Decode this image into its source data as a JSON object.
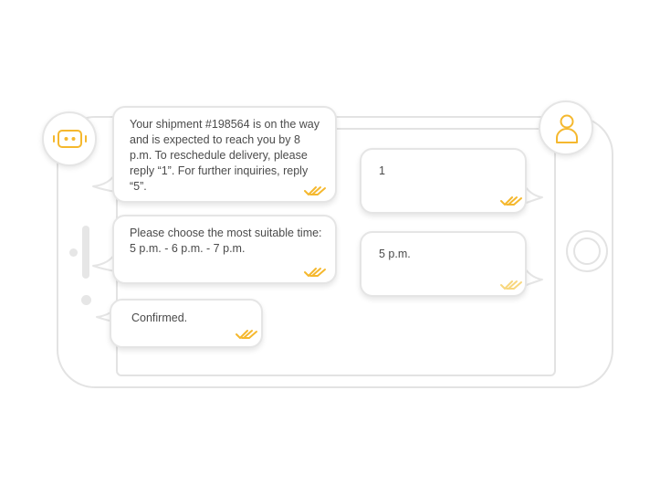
{
  "colors": {
    "accent": "#f5b82e",
    "accent_faded": "#f8d77e",
    "outline": "#e3e3e3"
  },
  "bot": {
    "icon": "bot-face-icon"
  },
  "user": {
    "icon": "user-person-icon"
  },
  "messages": {
    "bot": [
      {
        "text": "Your shipment #198564 is on the way and is expected to reach you by 8 p.m. To reschedule delivery, please reply “1”. For further inquiries, reply “5”.",
        "status_icon": "double-check-icon"
      },
      {
        "text": "Please choose the most suitable time: 5 p.m. - 6 p.m. - 7 p.m.",
        "status_icon": "double-check-icon"
      },
      {
        "text": "Confirmed.",
        "status_icon": "double-check-icon"
      }
    ],
    "user": [
      {
        "text": "1",
        "status_icon": "double-check-icon"
      },
      {
        "text": "5 p.m.",
        "status_icon": "double-check-icon"
      }
    ]
  }
}
